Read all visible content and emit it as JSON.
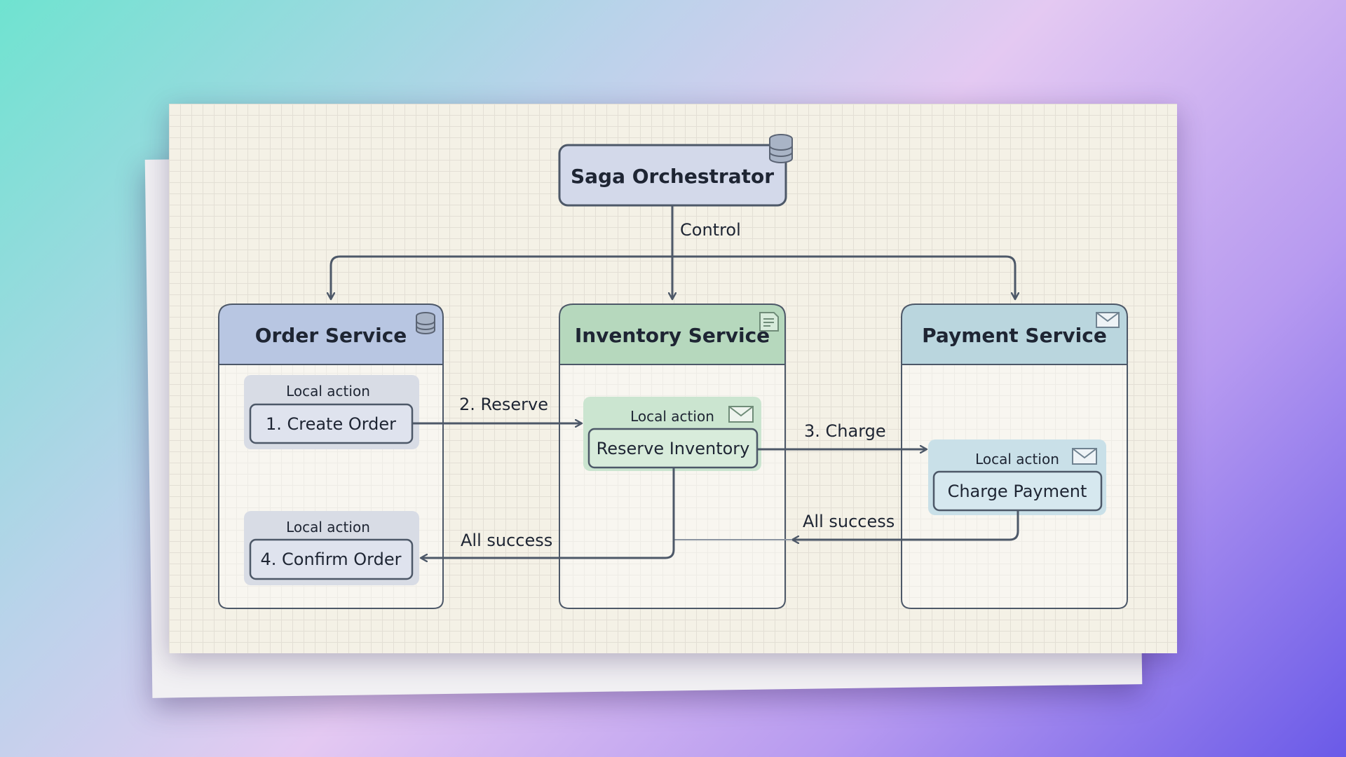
{
  "orchestrator": {
    "title": "Saga Orchestrator",
    "control_label": "Control"
  },
  "services": {
    "order": {
      "title": "Order Service",
      "actions": [
        {
          "label": "Local action",
          "button": "1. Create Order"
        },
        {
          "label": "Local action",
          "button": "4. Confirm Order"
        }
      ]
    },
    "inventory": {
      "title": "Inventory Service",
      "actions": [
        {
          "label": "Local action",
          "button": "Reserve Inventory"
        }
      ]
    },
    "payment": {
      "title": "Payment Service",
      "actions": [
        {
          "label": "Local action",
          "button": "Charge Payment"
        }
      ]
    }
  },
  "edges": {
    "reserve": "2. Reserve",
    "charge": "3. Charge",
    "payment_success": "All success",
    "inventory_success": "All success"
  },
  "icons": {
    "orchestrator": "database-icon",
    "order": "database-icon",
    "inventory": "document-icon",
    "payment": "envelope-icon",
    "reserve_action": "envelope-icon",
    "charge_action": "envelope-icon"
  },
  "colors": {
    "order_header": "#b8c6e2",
    "inventory_header": "#b6d8bd",
    "payment_header": "#bad6de",
    "orchestrator_fill": "#d3d9ea",
    "line": "#4d5868"
  }
}
